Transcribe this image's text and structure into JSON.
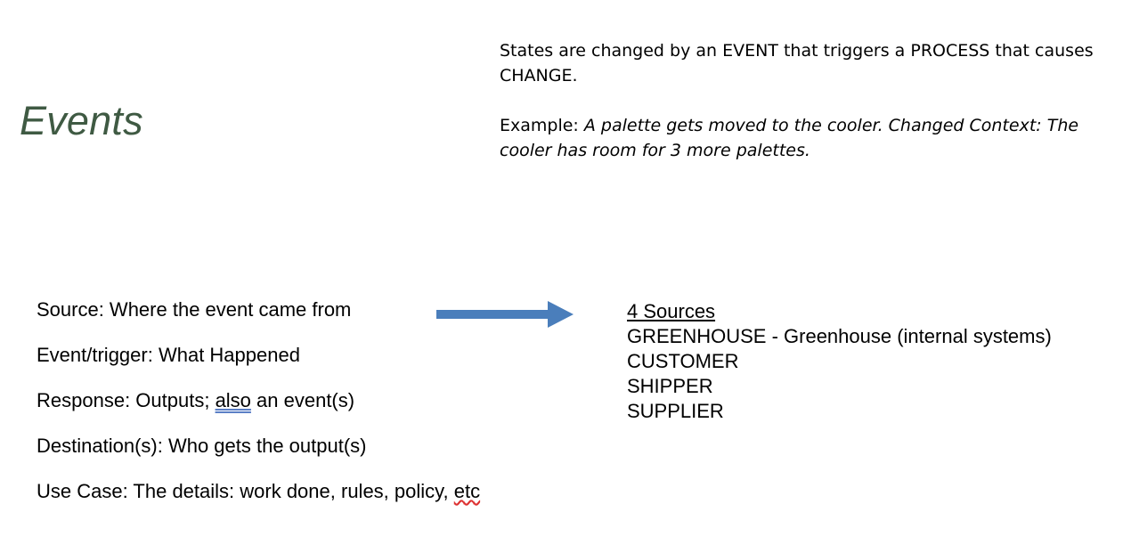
{
  "slide": {
    "title": "Events",
    "top": {
      "line1": "States are changed by an EVENT that triggers a PROCESS that causes CHANGE.",
      "example_label": "Example: ",
      "example_text": "A palette gets moved to the cooler.   Changed Context: The cooler has room for 3 more palettes."
    },
    "items": {
      "source": "Source: Where the event came from",
      "event": "Event/trigger:  What Happened",
      "response_pre": "Response: Outputs;  ",
      "response_also": "also",
      "response_post": " an event(s)",
      "destination": "Destination(s): Who gets the output(s)",
      "usecase_pre": "Use Case:  The details: work done, rules, policy, ",
      "usecase_etc": "etc"
    },
    "sources": {
      "heading": "4 Sources",
      "list": [
        "GREENHOUSE - Greenhouse (internal systems)",
        "CUSTOMER",
        "SHIPPER",
        "SUPPLIER"
      ]
    },
    "colors": {
      "title": "#3f5a43",
      "arrow": "#4a7ebb"
    }
  }
}
